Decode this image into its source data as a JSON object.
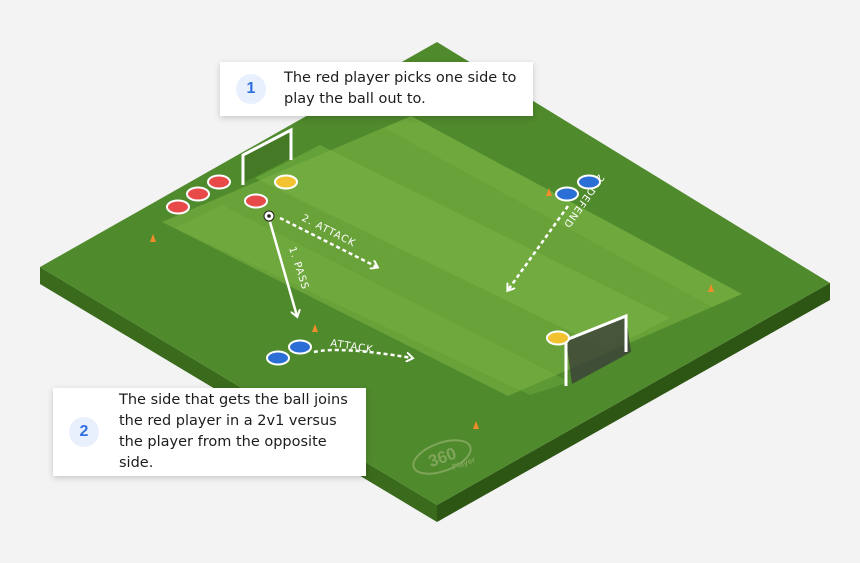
{
  "callouts": [
    {
      "number": "1",
      "text": "The red player picks one side to play the ball out to."
    },
    {
      "number": "2",
      "text": "The side that gets the ball joins the red player in a 2v1 versus the player from the opposite side."
    }
  ],
  "labels": {
    "pass": "1. PASS",
    "attack_1": "2. ATTACK",
    "defend": "2. DEFEND",
    "attack_2": "ATTACK"
  },
  "logo": {
    "number": "360",
    "word": "Player"
  },
  "colors": {
    "background": "#f3f3f3",
    "field_dark": "#4f8a2c",
    "field_light": "#74ad42",
    "field_side_left": "#3a6b1c",
    "field_side_right": "#2d5514",
    "red_player": "#e84a4a",
    "blue_player": "#2b6fd6",
    "yellow_player": "#f2c230",
    "cone": "#f08c2a",
    "callout_number_bg": "#e8f0fe",
    "callout_number_fg": "#2f6fe0"
  },
  "icons": [
    "ball-icon",
    "goal-icon",
    "cone-icon",
    "player-disc-icon"
  ]
}
